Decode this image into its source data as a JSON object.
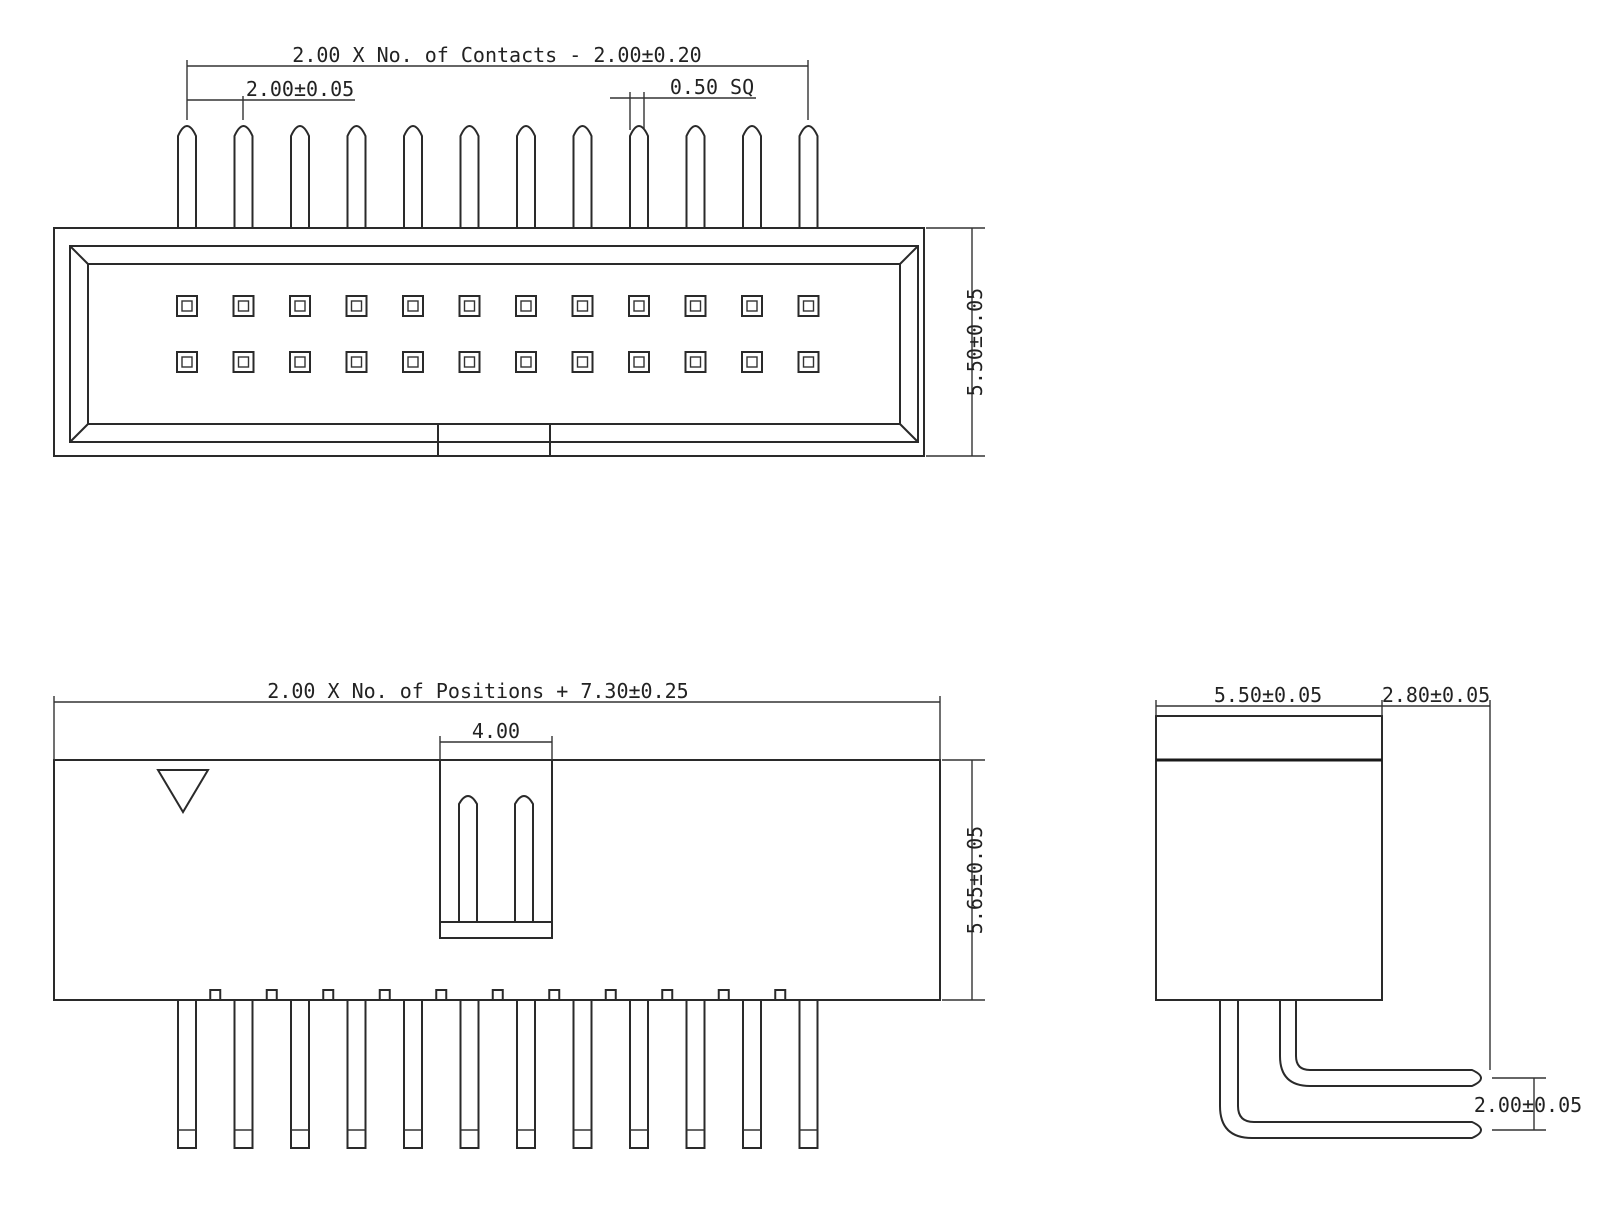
{
  "colors": {
    "line": "#2a2a2a",
    "background": "#ffffff"
  },
  "contacts_per_row": 12,
  "dimensions": {
    "overall_contacts": "2.00 X No. of Contacts - 2.00±0.20",
    "pitch_top": "2.00±0.05",
    "pin_square": "0.50 SQ",
    "height_top": "5.50±0.05",
    "overall_positions": "2.00 X No. of Positions + 7.30±0.25",
    "key_slot": "4.00",
    "height_front": "5.65±0.05",
    "side_width": "5.50±0.05",
    "side_offset": "2.80±0.05",
    "side_pitch": "2.00±0.05"
  }
}
